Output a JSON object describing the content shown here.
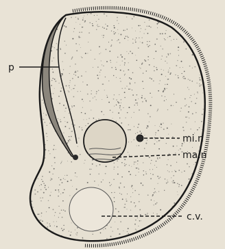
{
  "figure": {
    "background": "#e9e3d6",
    "ink": "#1a1a1a",
    "stipple": "#3a3a3a",
    "cell_fill": "#e6e0d2",
    "labels": {
      "peristome": "p",
      "micronucleus": "mi.n",
      "macronucleus": "ma.n",
      "contractile_vacuole": "c.v."
    }
  }
}
